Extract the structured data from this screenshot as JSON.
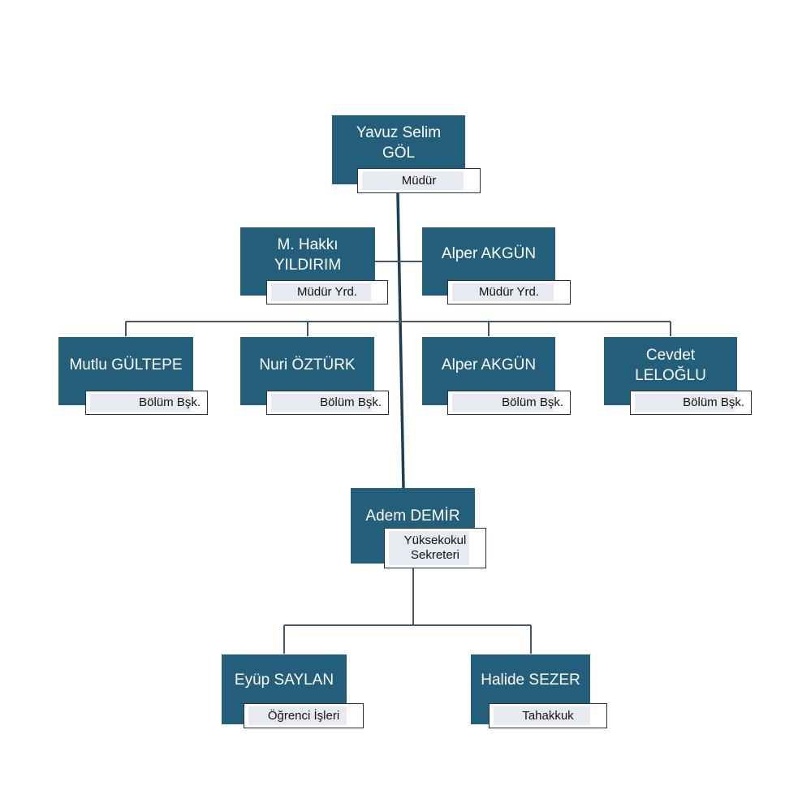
{
  "org": {
    "director": {
      "name": "Yavuz Selim\nGÖL",
      "title": "Müdür"
    },
    "deputies": [
      {
        "name": "M. Hakkı\nYILDIRIM",
        "title": "Müdür Yrd."
      },
      {
        "name": "Alper AKGÜN",
        "title": "Müdür Yrd."
      }
    ],
    "heads": [
      {
        "name": "Mutlu GÜLTEPE",
        "title": "Bölüm Bşk."
      },
      {
        "name": "Nuri ÖZTÜRK",
        "title": "Bölüm Bşk."
      },
      {
        "name": "Alper AKGÜN",
        "title": "Bölüm Bşk."
      },
      {
        "name": "Cevdet\nLELOĞLU",
        "title": "Bölüm Bşk."
      }
    ],
    "secretary": {
      "name": "Adem DEMİR",
      "title": "Yüksekokul\nSekreteri"
    },
    "staff": [
      {
        "name": "Eyüp SAYLAN",
        "title": "Öğrenci İşleri"
      },
      {
        "name": "Halide SEZER",
        "title": "Tahakkuk"
      }
    ]
  },
  "colors": {
    "node_fill": "#235e7a",
    "connector": "#45576a",
    "tag_shade": "#e7ebf1"
  }
}
